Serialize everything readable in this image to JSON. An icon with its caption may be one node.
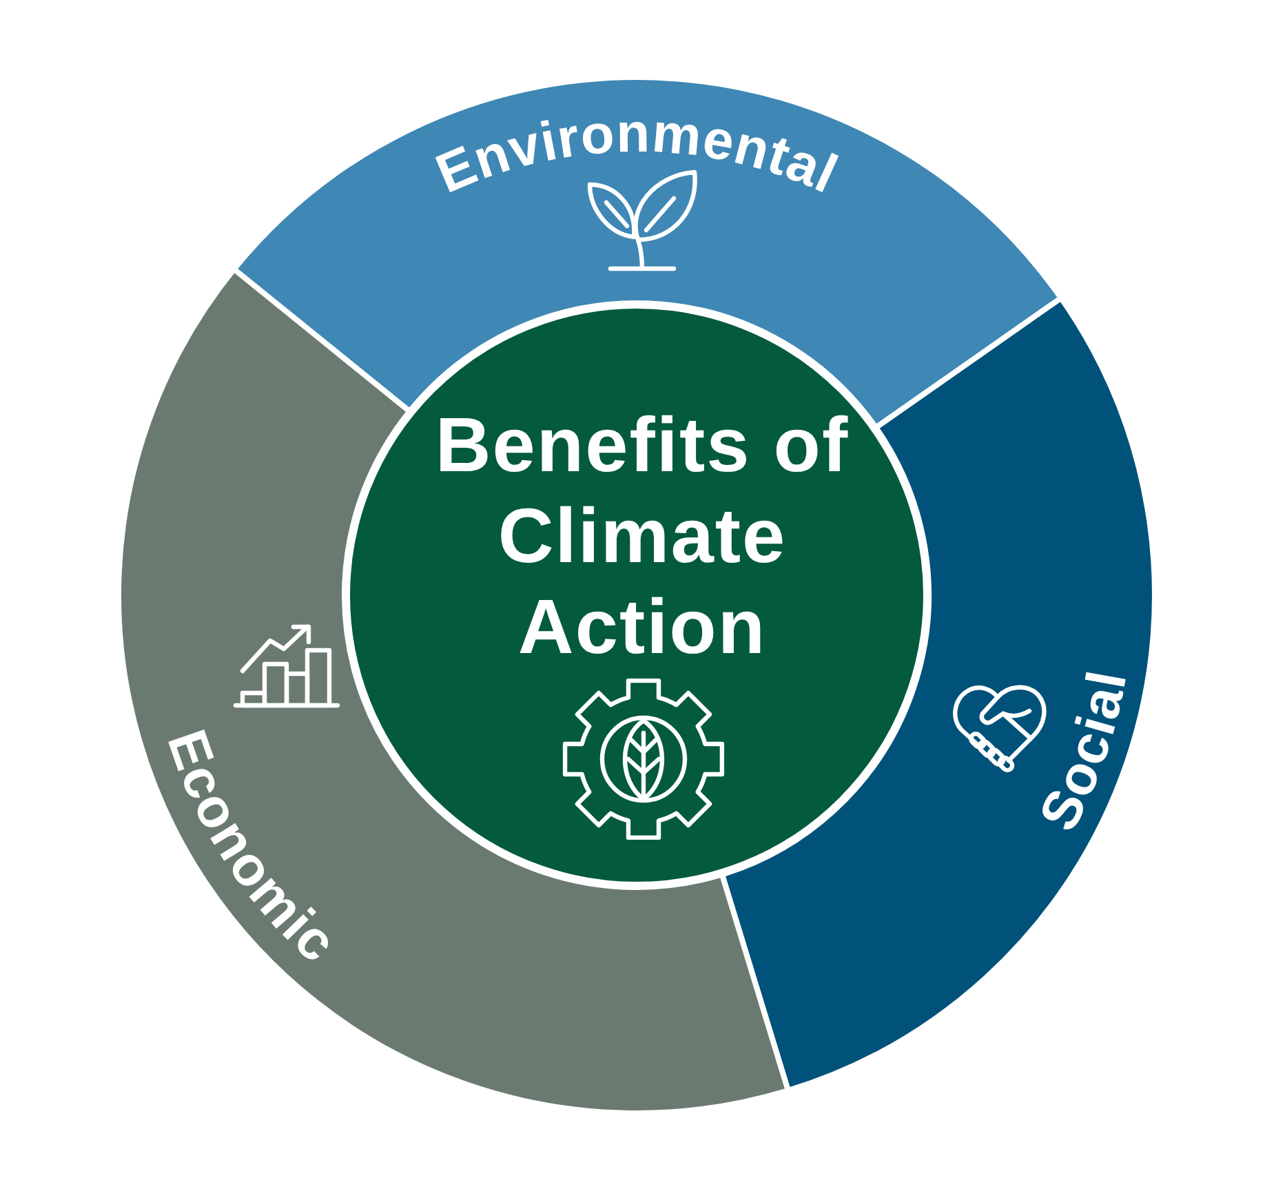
{
  "diagram": {
    "nodes": [
      {
        "text": [
          "Benefits of Climate Action"
        ]
      },
      {
        "text": [
          "Environmental"
        ]
      },
      {
        "text": [
          "Social"
        ]
      },
      {
        "text": [
          "Economic"
        ]
      }
    ]
  }
}
